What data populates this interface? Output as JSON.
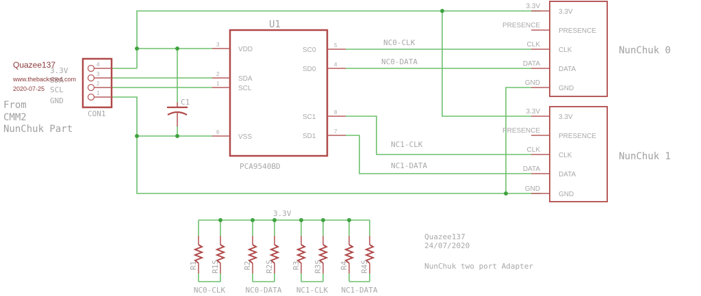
{
  "connector": {
    "ref": "CON1",
    "pins": [
      {
        "num": "4",
        "label": "3.3V"
      },
      {
        "num": "3",
        "label": "SDA"
      },
      {
        "num": "2",
        "label": "SCL"
      },
      {
        "num": "1",
        "label": "GND"
      }
    ],
    "description": [
      "From",
      "CMM2",
      "NunChuk Part"
    ]
  },
  "watermark": {
    "author": "Quazee137",
    "site": "www.thebackshed.com",
    "date": "2020-07-25"
  },
  "capacitor": {
    "ref": "C1"
  },
  "chip": {
    "ref": "U1",
    "part": "PCA9540BD",
    "left_pins": [
      {
        "num": "3",
        "name": "VDD"
      },
      {
        "num": "2",
        "name": "SDA"
      },
      {
        "num": "1",
        "name": "SCL"
      },
      {
        "num": "6",
        "name": "VSS"
      }
    ],
    "right_pins": [
      {
        "num": "5",
        "name": "SC0"
      },
      {
        "num": "4",
        "name": "SD0"
      },
      {
        "num": "8",
        "name": "SC1"
      },
      {
        "num": "7",
        "name": "SD1"
      }
    ]
  },
  "nets": {
    "nc0_clk": "NC0-CLK",
    "nc0_data": "NC0-DATA",
    "nc1_clk": "NC1-CLK",
    "nc1_data": "NC1-DATA",
    "vcc": "3.3V"
  },
  "nunchuks": [
    {
      "title": "NunChuk 0",
      "pins": [
        "3.3V",
        "PRESENCE",
        "CLK",
        "DATA",
        "GND"
      ]
    },
    {
      "title": "NunChuk 1",
      "pins": [
        "3.3V",
        "PRESENCE",
        "CLK",
        "DATA",
        "GND"
      ]
    }
  ],
  "pullups": {
    "rail_label": "3.3V",
    "groups": [
      {
        "a": "R1",
        "b": "R1S",
        "net": "NC0-CLK"
      },
      {
        "a": "R2",
        "b": "R2S",
        "net": "NC0-DATA"
      },
      {
        "a": "R3",
        "b": "R3S",
        "net": "NC1-CLK"
      },
      {
        "a": "R4",
        "b": "R4S",
        "net": "NC1-DATA"
      }
    ]
  },
  "title_block": {
    "author": "Quazee137",
    "date": "24/07/2020",
    "description": "NunChuk two port Adapter"
  }
}
